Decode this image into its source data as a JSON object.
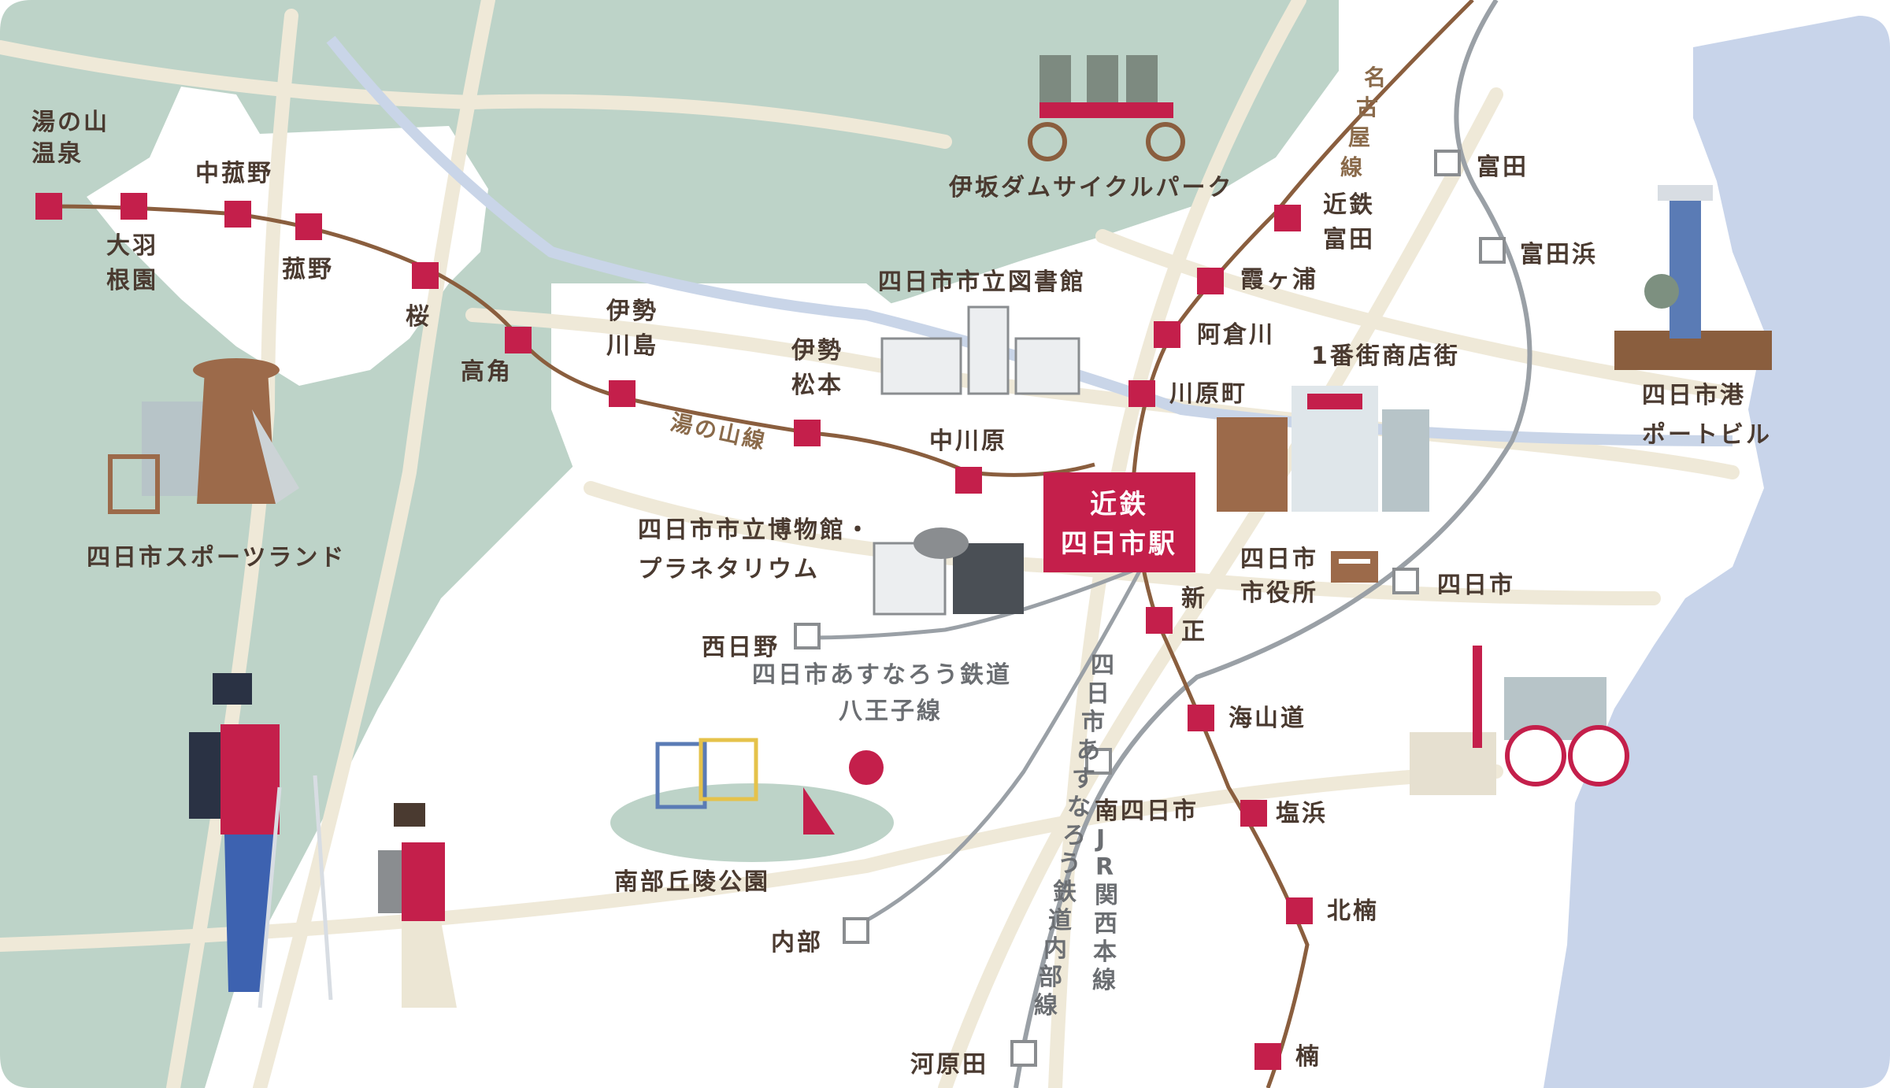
{
  "colors": {
    "green_area": "#bdd3c8",
    "sea": "#c8d4ea",
    "land": "#ffffff",
    "road": "#efe9d8",
    "kintetsu_line": "#8a5e3e",
    "jr_line": "#9aa0a6",
    "station_red": "#c41f4b",
    "label": "#4a3a30"
  },
  "central_station": {
    "line1": "近鉄",
    "line2": "四日市駅"
  },
  "red_stations": [
    {
      "id": "yunoyama",
      "lines": [
        "湯の山",
        "温泉"
      ]
    },
    {
      "id": "ohanezono",
      "lines": [
        "大羽",
        "根園"
      ]
    },
    {
      "id": "nakakomono",
      "lines": [
        "中菰野"
      ]
    },
    {
      "id": "komono",
      "lines": [
        "菰野"
      ]
    },
    {
      "id": "sakura",
      "lines": [
        "桜"
      ]
    },
    {
      "id": "takatsuno",
      "lines": [
        "高角"
      ]
    },
    {
      "id": "isekawashima",
      "lines": [
        "伊勢",
        "川島"
      ]
    },
    {
      "id": "isematsumoto",
      "lines": [
        "伊勢",
        "松本"
      ]
    },
    {
      "id": "nakagawara",
      "lines": [
        "中川原"
      ]
    },
    {
      "id": "kawaramachi",
      "lines": [
        "川原町"
      ]
    },
    {
      "id": "akuragawa",
      "lines": [
        "阿倉川"
      ]
    },
    {
      "id": "kasumigaura",
      "lines": [
        "霞ヶ浦"
      ]
    },
    {
      "id": "kintetsutomida",
      "lines": [
        "近鉄",
        "富田"
      ]
    },
    {
      "id": "shinsho",
      "lines": [
        "新",
        "正"
      ]
    },
    {
      "id": "kaizando",
      "lines": [
        "海山道"
      ]
    },
    {
      "id": "shiohama",
      "lines": [
        "塩浜"
      ]
    },
    {
      "id": "kitakusu",
      "lines": [
        "北楠"
      ]
    },
    {
      "id": "kusu",
      "lines": [
        "楠"
      ]
    }
  ],
  "other_stations": [
    {
      "id": "tomida",
      "label": "富田"
    },
    {
      "id": "tomidahama",
      "label": "富田浜"
    },
    {
      "id": "yokkaichi_jr",
      "label": "四日市"
    },
    {
      "id": "nishihino",
      "label": "西日野"
    },
    {
      "id": "minamiyokkaichi",
      "label": "南四日市"
    },
    {
      "id": "utsube",
      "label": "内部"
    },
    {
      "id": "kawarada",
      "label": "河原田"
    }
  ],
  "line_labels": {
    "yunoyama": "湯の山線",
    "nagoya": "名古屋線",
    "hachioji_1": "四日市あすなろう鉄道",
    "hachioji_2": "八王子線",
    "utsube": "四日市あすなろう鉄道内部線",
    "jr": "JR関西本線"
  },
  "landmarks": [
    {
      "id": "sportsland",
      "label": "四日市スポーツランド"
    },
    {
      "id": "cyclepark",
      "label": "伊坂ダムサイクルパーク"
    },
    {
      "id": "library",
      "label": "四日市市立図書館"
    },
    {
      "id": "shoutengai",
      "label": "1番街商店街"
    },
    {
      "id": "portbuilding",
      "lines": [
        "四日市港",
        "ポートビル"
      ]
    },
    {
      "id": "museum",
      "lines": [
        "四日市市立博物館・",
        "プラネタリウム"
      ]
    },
    {
      "id": "cityhall",
      "lines": [
        "四日市",
        "市役所"
      ]
    },
    {
      "id": "nanbupark",
      "label": "南部丘陵公園"
    }
  ]
}
